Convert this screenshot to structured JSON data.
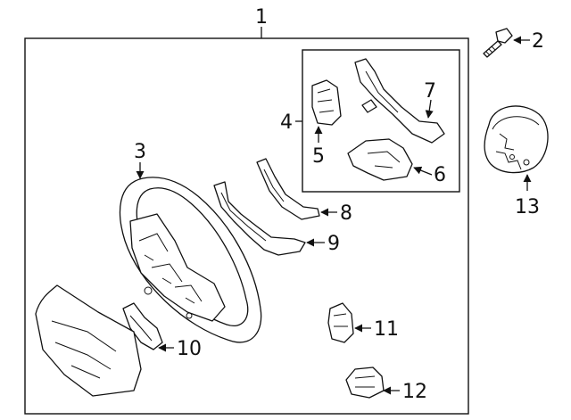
{
  "callouts": [
    {
      "id": "c1",
      "text": "1"
    },
    {
      "id": "c2",
      "text": "2"
    },
    {
      "id": "c3",
      "text": "3"
    },
    {
      "id": "c4",
      "text": "4"
    },
    {
      "id": "c5",
      "text": "5"
    },
    {
      "id": "c6",
      "text": "6"
    },
    {
      "id": "c7",
      "text": "7"
    },
    {
      "id": "c8",
      "text": "8"
    },
    {
      "id": "c9",
      "text": "9"
    },
    {
      "id": "c10",
      "text": "10"
    },
    {
      "id": "c11",
      "text": "11"
    },
    {
      "id": "c12",
      "text": "12"
    },
    {
      "id": "c13",
      "text": "13"
    }
  ],
  "colors": {
    "line": "#111111",
    "background": "#ffffff"
  }
}
